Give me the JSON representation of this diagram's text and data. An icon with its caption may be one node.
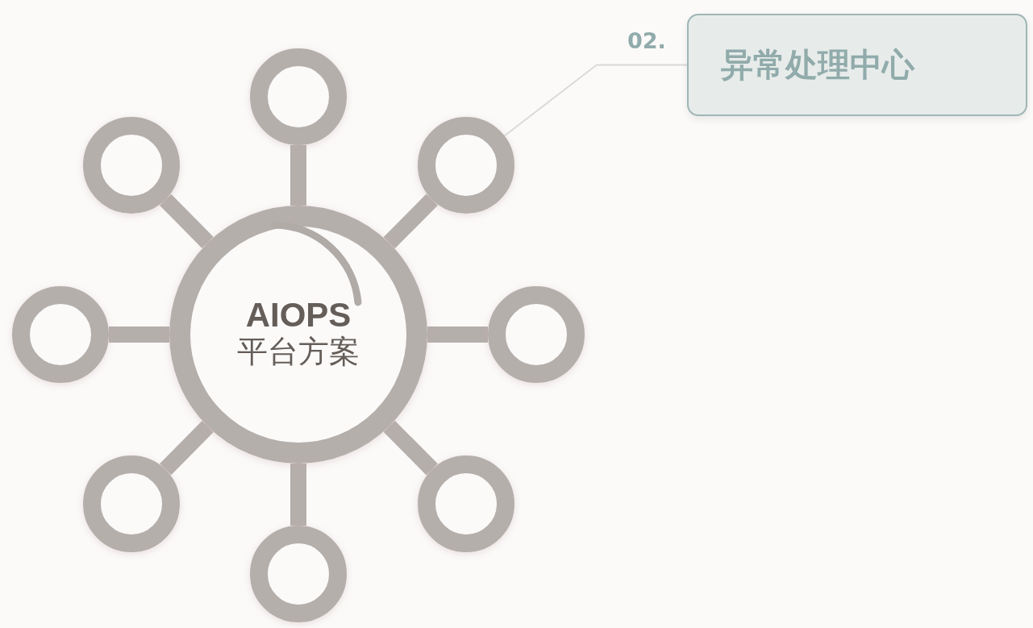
{
  "diagram": {
    "nodes": [
      {
        "text": [
          "AIOPS",
          "平台方案"
        ]
      },
      {
        "text": [],
        "shape": "circle"
      },
      {
        "text": [],
        "shape": "circle"
      },
      {
        "text": [],
        "shape": "circle"
      },
      {
        "text": [],
        "shape": "circle"
      },
      {
        "text": [],
        "shape": "circle"
      },
      {
        "text": [],
        "shape": "circle"
      },
      {
        "text": [],
        "shape": "circle"
      },
      {
        "text": [],
        "shape": "circle"
      },
      {
        "text": [
          "异常处理中心"
        ],
        "beside": [
          "02."
        ]
      }
    ],
    "edges": [
      {
        "from": 0,
        "to": 1,
        "arrow": "none"
      },
      {
        "from": 0,
        "to": 2,
        "arrow": "none"
      },
      {
        "from": 0,
        "to": 3,
        "arrow": "none"
      },
      {
        "from": 0,
        "to": 4,
        "arrow": "none"
      },
      {
        "from": 0,
        "to": 5,
        "arrow": "none"
      },
      {
        "from": 0,
        "to": 6,
        "arrow": "none"
      },
      {
        "from": 0,
        "to": 7,
        "arrow": "none"
      },
      {
        "from": 0,
        "to": 8,
        "arrow": "none"
      },
      {
        "from": 9,
        "to": 3,
        "arrow": "none",
        "color": "#dadada"
      }
    ]
  }
}
